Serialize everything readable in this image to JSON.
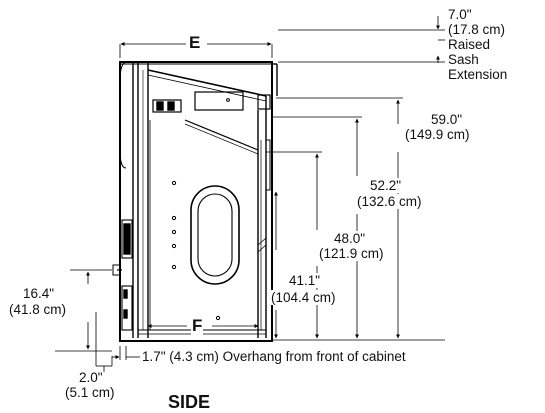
{
  "labels": {
    "e": "E",
    "f": "F",
    "raised_top": "7.0\"",
    "raised_cm": "(17.8 cm)",
    "raised_l1": "Raised",
    "raised_l2": "Sash",
    "raised_l3": "Extension",
    "h590": "59.0\"",
    "h590_cm": "(149.9 cm)",
    "h522": "52.2\"",
    "h522_cm": "(132.6 cm)",
    "h480": "48.0\"",
    "h480_cm": "(121.9 cm)",
    "h411": "41.1\"",
    "h411_cm": "(104.4 cm)",
    "h164": "16.4\"",
    "h164_cm": "(41.8 cm)",
    "overhang": "1.7\" (4.3 cm) Overhang from front of cabinet",
    "d20": "2.0\"",
    "d20_cm": "(5.1 cm)",
    "view_title": "SIDE"
  }
}
